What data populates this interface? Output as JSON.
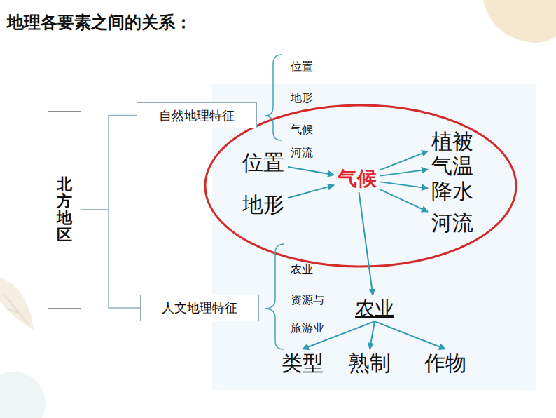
{
  "diagram": {
    "title": "地理各要素之间的关系：",
    "nodes": [
      {
        "text": [
          "北方地区"
        ]
      },
      {
        "text": [
          "自然地理特征"
        ]
      },
      {
        "text": [
          "人文地理特征"
        ]
      },
      {
        "text": [
          "位置"
        ]
      },
      {
        "text": [
          "地形"
        ]
      },
      {
        "text": [
          "气候"
        ]
      },
      {
        "text": [
          "植被"
        ]
      },
      {
        "text": [
          "气温"
        ]
      },
      {
        "text": [
          "降水"
        ]
      },
      {
        "text": [
          "河流"
        ]
      },
      {
        "text": [
          "农业"
        ]
      },
      {
        "text": [
          "类型"
        ]
      },
      {
        "text": [
          "熟制"
        ]
      },
      {
        "text": [
          "作物"
        ]
      }
    ],
    "edges": [
      {
        "from": 0,
        "to": 1,
        "arrow": "none"
      },
      {
        "from": 0,
        "to": 2,
        "arrow": "none"
      },
      {
        "from": 3,
        "to": 5,
        "arrow": "to"
      },
      {
        "from": 4,
        "to": 5,
        "arrow": "to"
      },
      {
        "from": 5,
        "to": 6,
        "arrow": "to"
      },
      {
        "from": 5,
        "to": 7,
        "arrow": "to"
      },
      {
        "from": 5,
        "to": 8,
        "arrow": "to"
      },
      {
        "from": 5,
        "to": 9,
        "arrow": "to"
      },
      {
        "from": 5,
        "to": 10,
        "arrow": "to"
      },
      {
        "from": 10,
        "to": 11,
        "arrow": "to"
      },
      {
        "from": 10,
        "to": 12,
        "arrow": "to"
      },
      {
        "from": 10,
        "to": 13,
        "arrow": "to"
      }
    ],
    "labels": [
      "位置",
      "地形",
      "气候",
      "河流",
      "农业",
      "资源与",
      "旅游业"
    ]
  }
}
